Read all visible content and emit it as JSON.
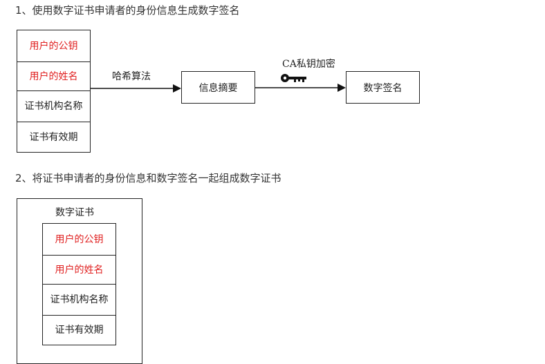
{
  "step1": {
    "heading": "1、使用数字证书申请者的身份信息生成数字签名",
    "info_cells": [
      {
        "text": "用户的公钥",
        "color": "#e02020"
      },
      {
        "text": "用户的姓名",
        "color": "#e02020"
      },
      {
        "text": "证书机构名称",
        "color": "#222222"
      },
      {
        "text": "证书有效期",
        "color": "#222222"
      }
    ],
    "hash_label": "哈希算法",
    "digest_box": "信息摘要",
    "encrypt_label": "CA私钥加密",
    "signature_box": "数字签名",
    "key_icon": "key-icon"
  },
  "step2": {
    "heading": "2、将证书申请者的身份信息和数字签名一起组成数字证书",
    "container_title": "数字证书",
    "info_cells": [
      {
        "text": "用户的公钥",
        "color": "#e02020"
      },
      {
        "text": "用户的姓名",
        "color": "#e02020"
      },
      {
        "text": "证书机构名称",
        "color": "#222222"
      },
      {
        "text": "证书有效期",
        "color": "#222222"
      }
    ]
  }
}
